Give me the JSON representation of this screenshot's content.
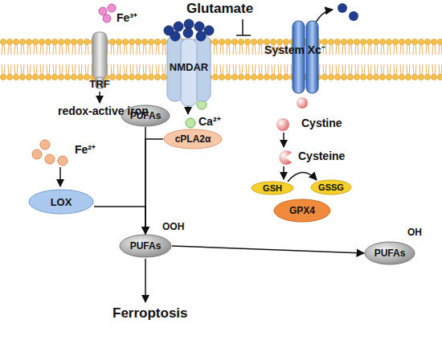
{
  "diagram": {
    "nodes": [
      {
        "text": [
          "TRF"
        ]
      },
      {
        "text": [
          "NMDAR"
        ]
      },
      {
        "text": [
          "System Xc⁻"
        ]
      },
      {
        "text": [
          "PUFAs"
        ]
      },
      {
        "text": [
          "cPLA2α"
        ]
      },
      {
        "text": [
          "LOX"
        ]
      },
      {
        "text": [
          "GSH"
        ]
      },
      {
        "text": [
          "GSSG"
        ]
      },
      {
        "text": [
          "GPX4"
        ]
      },
      {
        "text": [
          "PUFAs",
          "OOH"
        ]
      },
      {
        "text": [
          "PUFAs",
          "OH"
        ]
      }
    ],
    "edges": [
      {
        "from": 4,
        "to": 9,
        "arrow": "to"
      },
      {
        "from": 3,
        "to": 9,
        "arrow": "to"
      },
      {
        "from": 5,
        "to": 9,
        "arrow": "to"
      },
      {
        "from": 9,
        "to": 10,
        "arrow": "to"
      },
      {
        "from": 6,
        "to": 7,
        "arrow": "to"
      }
    ],
    "labels": [
      "Glutamate",
      "Fe³⁺",
      "redox-active iron",
      "Ca²⁺",
      "Fe²⁺",
      "Cystine",
      "Cysteine",
      "Ferroptosis"
    ]
  }
}
